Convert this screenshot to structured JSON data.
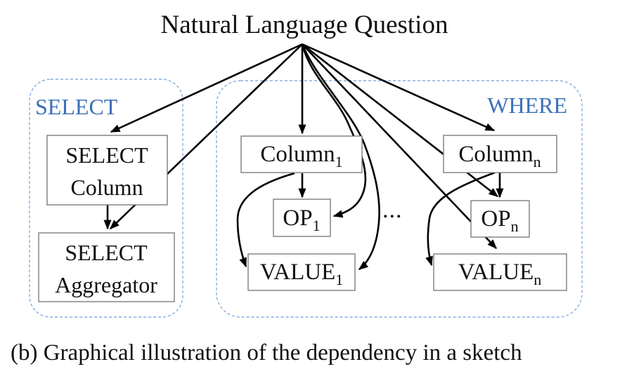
{
  "figure": {
    "title": "Natural Language Question",
    "caption": "(b) Graphical illustration of the dependency in a sketch",
    "ellipsis": "..."
  },
  "groups": {
    "select": {
      "label": "SELECT"
    },
    "where": {
      "label": "WHERE"
    }
  },
  "nodes": {
    "select_column": {
      "line1": "SELECT",
      "line2": "Column"
    },
    "select_aggregator": {
      "line1": "SELECT",
      "line2": "Aggregator"
    },
    "column_1": {
      "label": "Column",
      "sub": "1"
    },
    "op_1": {
      "label": "OP",
      "sub": "1"
    },
    "value_1": {
      "label": "VALUE",
      "sub": "1"
    },
    "column_n": {
      "label": "Column",
      "sub": "n"
    },
    "op_n": {
      "label": "OP",
      "sub": "n"
    },
    "value_n": {
      "label": "VALUE",
      "sub": "n"
    }
  },
  "edges": [
    {
      "from": "natural_language_question",
      "to": "select_column"
    },
    {
      "from": "natural_language_question",
      "to": "select_aggregator"
    },
    {
      "from": "natural_language_question",
      "to": "column_1"
    },
    {
      "from": "natural_language_question",
      "to": "op_1"
    },
    {
      "from": "natural_language_question",
      "to": "value_1"
    },
    {
      "from": "natural_language_question",
      "to": "column_n"
    },
    {
      "from": "natural_language_question",
      "to": "op_n"
    },
    {
      "from": "natural_language_question",
      "to": "value_n"
    },
    {
      "from": "select_column",
      "to": "select_aggregator"
    },
    {
      "from": "column_1",
      "to": "op_1"
    },
    {
      "from": "column_1",
      "to": "value_1"
    },
    {
      "from": "column_n",
      "to": "op_n"
    },
    {
      "from": "column_n",
      "to": "value_n"
    }
  ],
  "colors": {
    "group_label": "#3b70b8",
    "group_border": "#85aede",
    "node_border": "#7d7d7d",
    "arrow": "#000000",
    "text": "#111111",
    "background": "#ffffff"
  }
}
